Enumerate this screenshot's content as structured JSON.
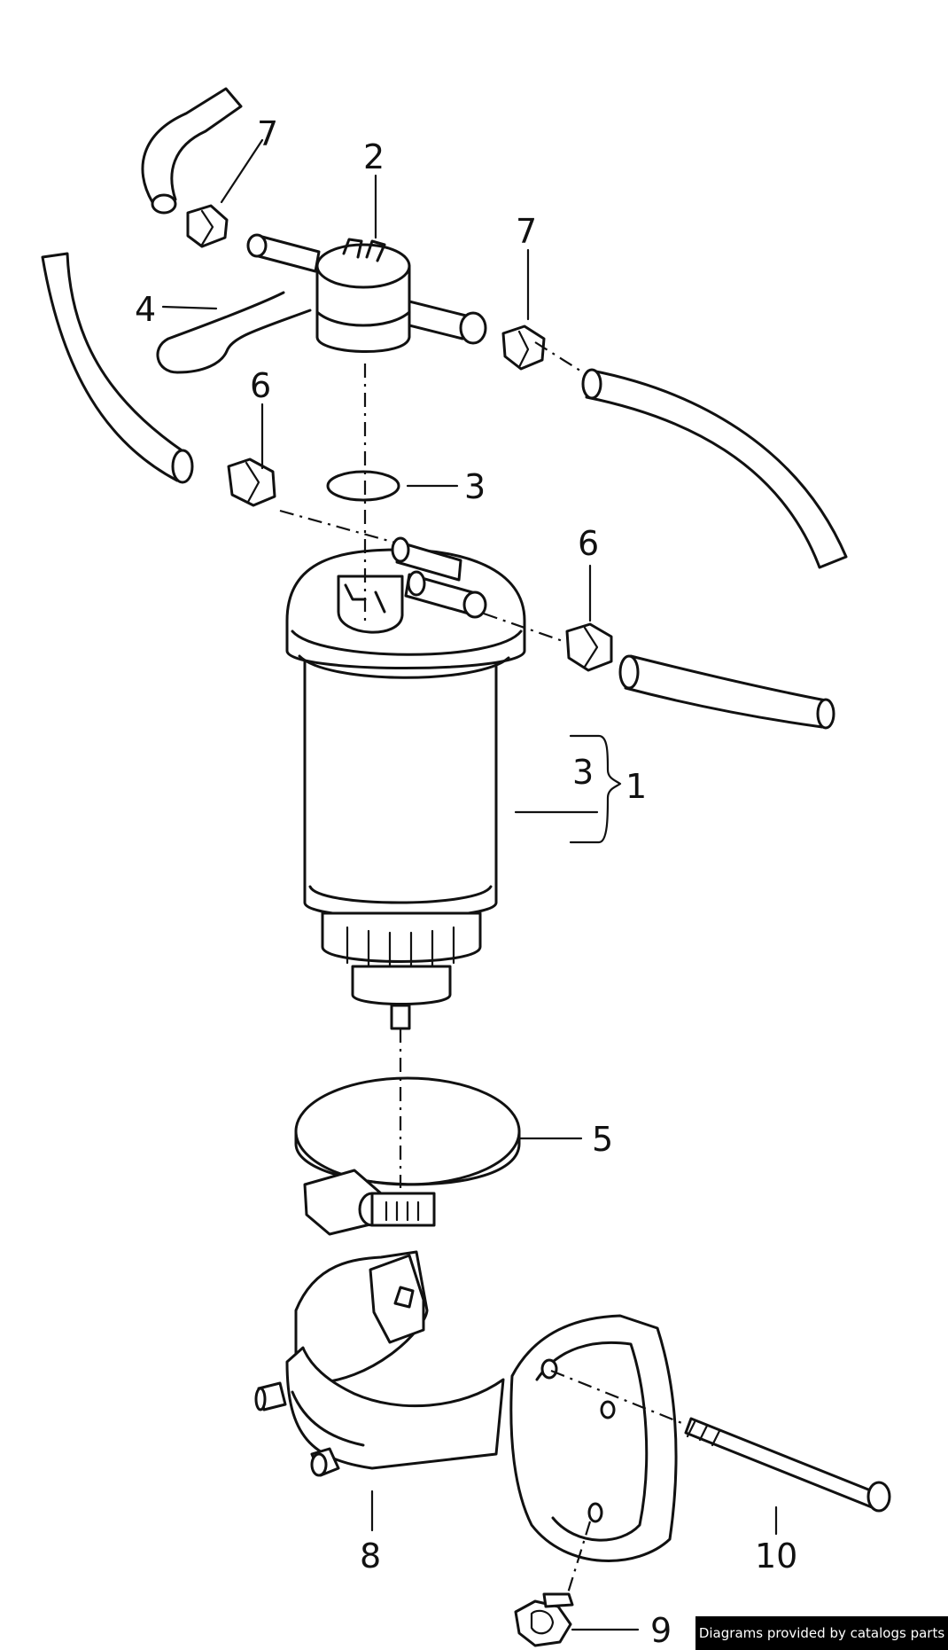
{
  "diagram": {
    "callouts": {
      "c1": "1",
      "c2": "2",
      "c3a": "3",
      "c3b": "3",
      "c4": "4",
      "c5": "5",
      "c6a": "6",
      "c6b": "6",
      "c7a": "7",
      "c7b": "7",
      "c8": "8",
      "c9": "9",
      "c10": "10"
    }
  },
  "footer": {
    "credit": "Diagrams provided by catalogs parts"
  }
}
